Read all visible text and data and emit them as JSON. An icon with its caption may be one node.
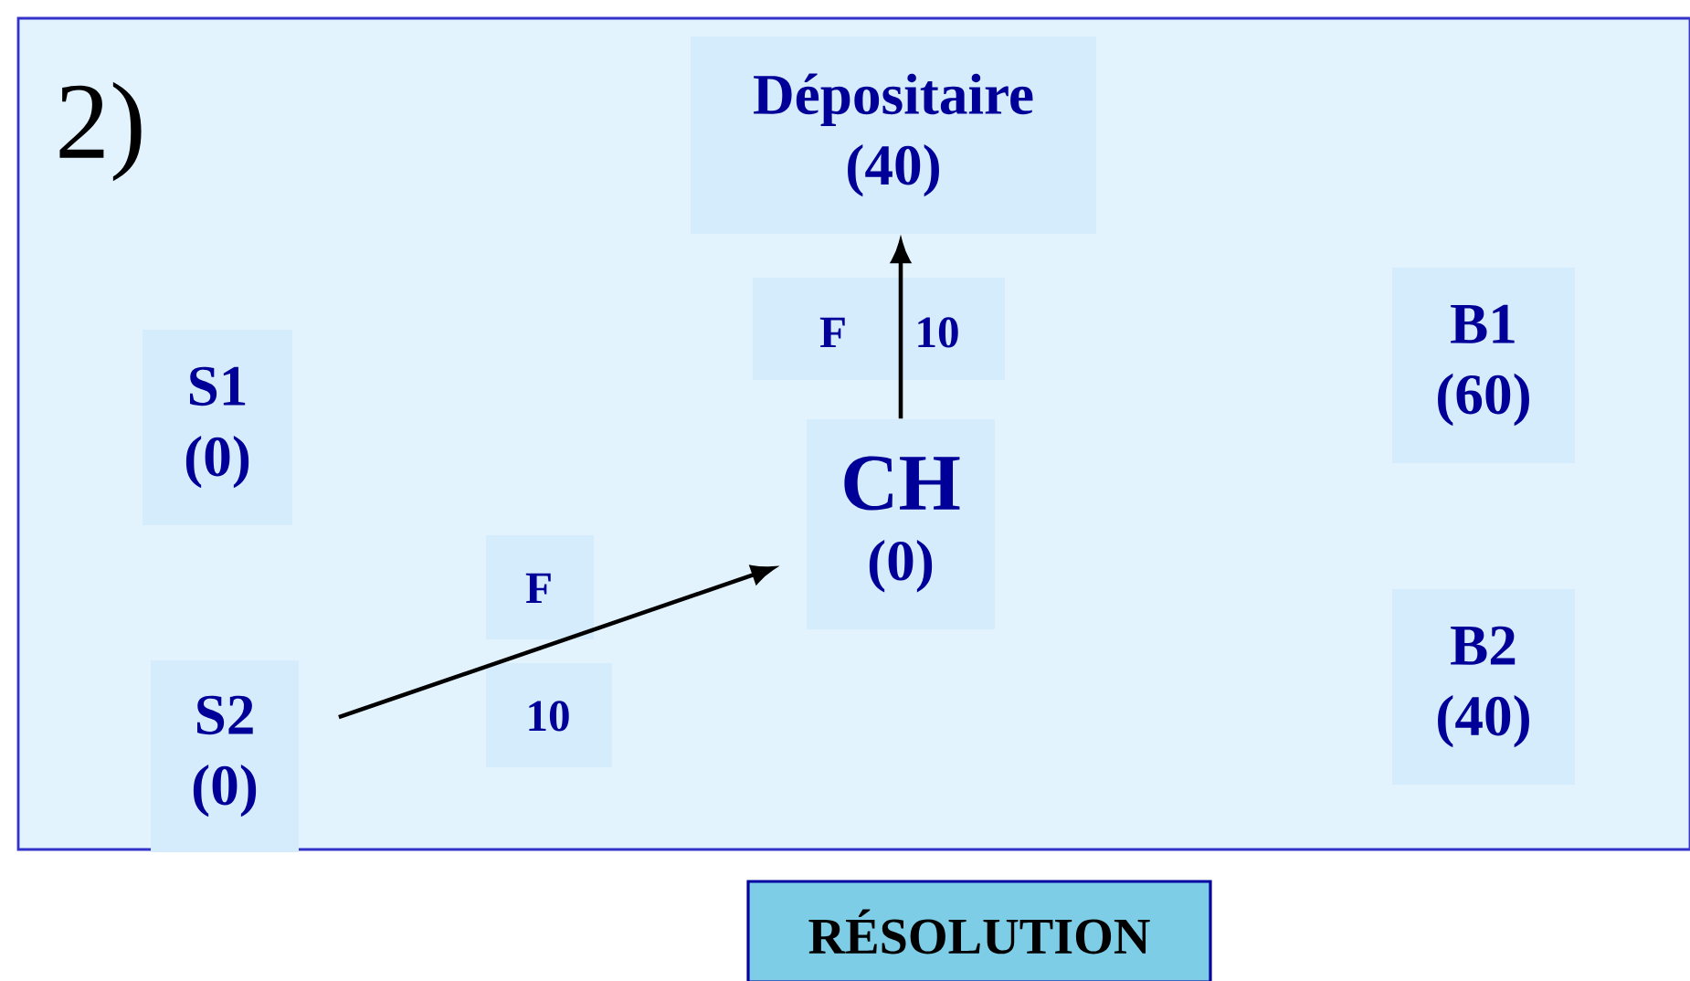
{
  "diagram": {
    "nodes": [
      {
        "text": [
          "Dépositaire",
          "(40)"
        ]
      },
      {
        "text": [
          "S1",
          "(0)"
        ]
      },
      {
        "text": [
          "CH",
          "(0)"
        ]
      },
      {
        "text": [
          "B1",
          "(60)"
        ]
      },
      {
        "text": [
          "B2",
          "(40)"
        ]
      },
      {
        "text": [
          "S2",
          "(0)"
        ]
      },
      {
        "text": [
          "RÉSOLUTION"
        ]
      }
    ],
    "edges": [
      {
        "from": 5,
        "to": 2,
        "arrow": "to"
      },
      {
        "from": 2,
        "to": 0,
        "arrow": "to"
      }
    ],
    "labels": [
      "2)",
      "F",
      "10",
      "F",
      "10"
    ]
  }
}
